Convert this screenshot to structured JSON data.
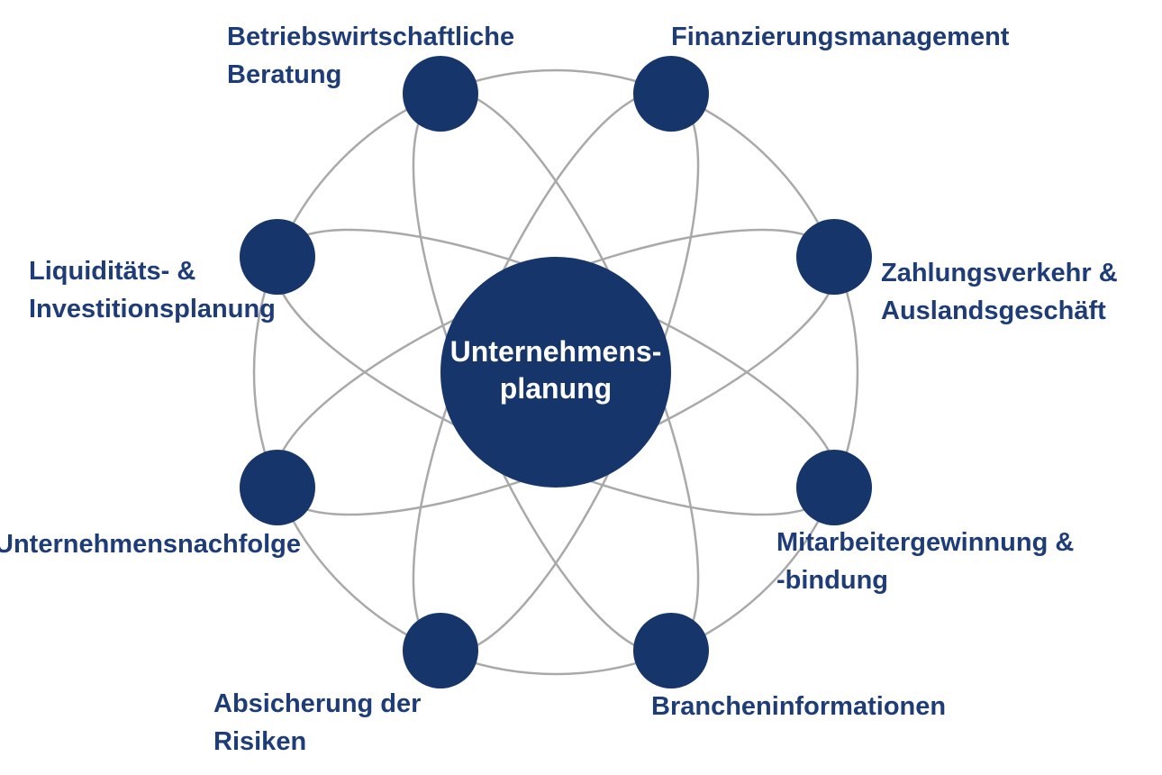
{
  "colors": {
    "circle": "#16356B",
    "label_text": "#1D3C78",
    "center_text": "#FFFFFF",
    "arc": "#A9A9A9",
    "background": "#FFFFFF"
  },
  "center": {
    "label": "Unternehmens-\nplanung"
  },
  "satellites": [
    {
      "id": "betriebswirtschaftliche-beratung",
      "label": "Betriebswirtschaftliche\nBeratung"
    },
    {
      "id": "finanzierungsmanagement",
      "label": "Finanzierungsmanagement"
    },
    {
      "id": "zahlungsverkehr-auslandsgeschaeft",
      "label": "Zahlungsverkehr &\nAuslandsgeschäft"
    },
    {
      "id": "mitarbeitergewinnung-bindung",
      "label": "Mitarbeitergewinnung &\n-bindung"
    },
    {
      "id": "brancheninformationen",
      "label": "Brancheninformationen"
    },
    {
      "id": "absicherung-der-risiken",
      "label": "Absicherung der\nRisiken"
    },
    {
      "id": "unternehmensnachfolge",
      "label": "Unternehmensnachfolge"
    },
    {
      "id": "liquiditaets-investitionsplanung",
      "label": "Liquiditäts- &\nInvestitionsplanung"
    }
  ]
}
